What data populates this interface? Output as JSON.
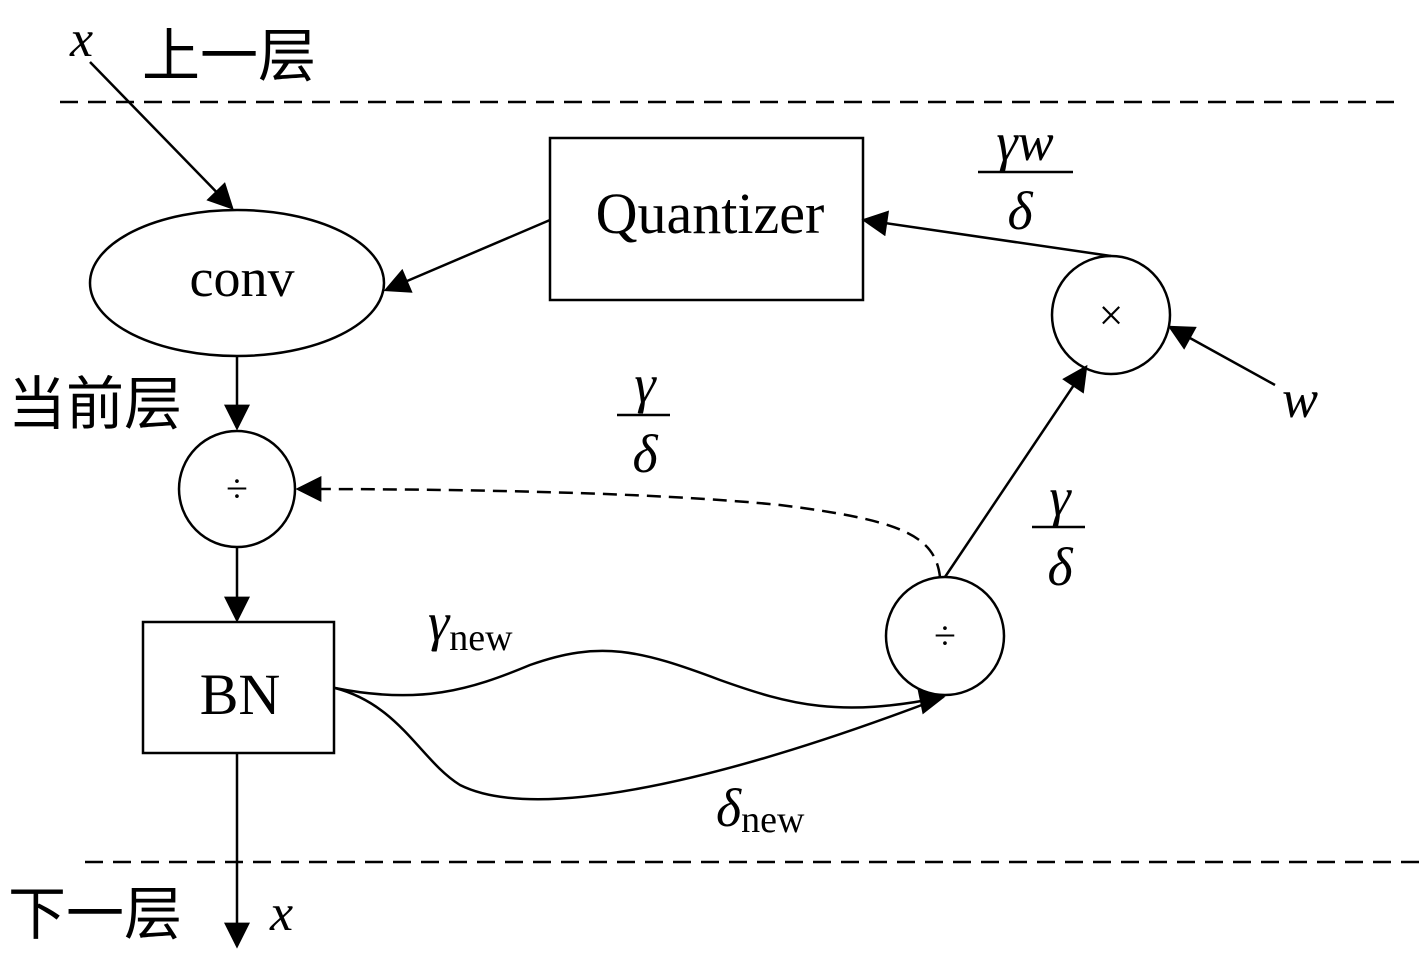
{
  "layers": {
    "previous": "上一层",
    "current": "当前层",
    "next": "下一层"
  },
  "variables": {
    "input_x": "x",
    "output_x": "x",
    "weight": "w"
  },
  "nodes": {
    "conv": "conv",
    "quantizer": "Quantizer",
    "bn": "BN",
    "divide_top": "÷",
    "divide_right": "÷",
    "multiply": "×"
  },
  "labels": {
    "gamma_w_over_delta": {
      "numerator": "γw",
      "denominator": "δ"
    },
    "gamma_over_delta_dashed": {
      "numerator": "γ",
      "denominator": "δ"
    },
    "gamma_over_delta_right": {
      "numerator": "γ",
      "denominator": "δ"
    },
    "gamma_new": {
      "symbol": "γ",
      "subscript": "new"
    },
    "delta_new": {
      "symbol": "δ",
      "subscript": "new"
    }
  }
}
